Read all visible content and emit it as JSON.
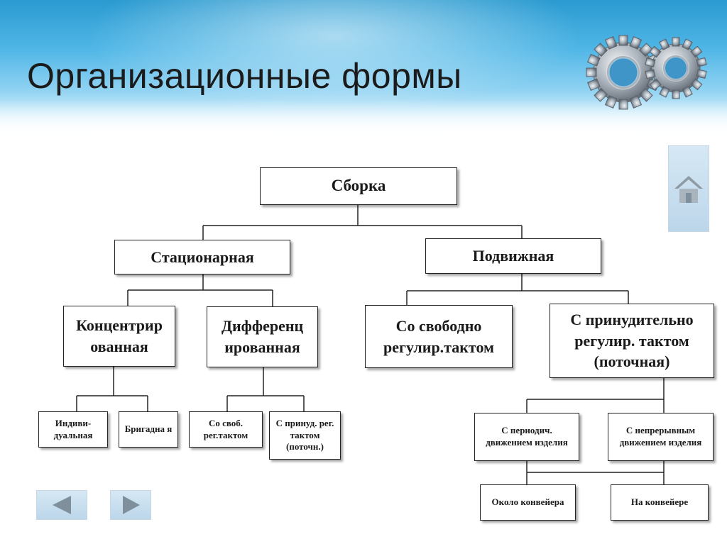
{
  "slide": {
    "title": "Организационные формы"
  },
  "diagram": {
    "root": "Сборка",
    "stationary": "Стационарная",
    "mobile": "Подвижная",
    "concentrated": "Концентрир ованная",
    "differentiated": "Дифференц ированная",
    "free_tact": "Со свободно регулир.тактом",
    "forced_tact": "С принудительно регулир. тактом (поточная)",
    "individual": "Индиви- дуальная",
    "brigade": "Бригадна я",
    "free_tact_small": "Со своб. рег.тактом",
    "forced_tact_small": "С принуд. рег. тактом (поточн.)",
    "periodic_move": "С периодич. движением изделия",
    "continuous_move": "С непрерывным движением изделия",
    "near_conveyor": "Около конвейера",
    "on_conveyor": "На конвейере"
  },
  "navigation": {
    "home_icon": "home-icon",
    "back_icon": "left-arrow-icon",
    "forward_icon": "right-arrow-icon"
  },
  "colors": {
    "banner_top": "#2a9ad0",
    "banner_bottom": "#d8f0fb",
    "nav_button": "#c8dced",
    "nav_icon": "#7f8f9b"
  }
}
